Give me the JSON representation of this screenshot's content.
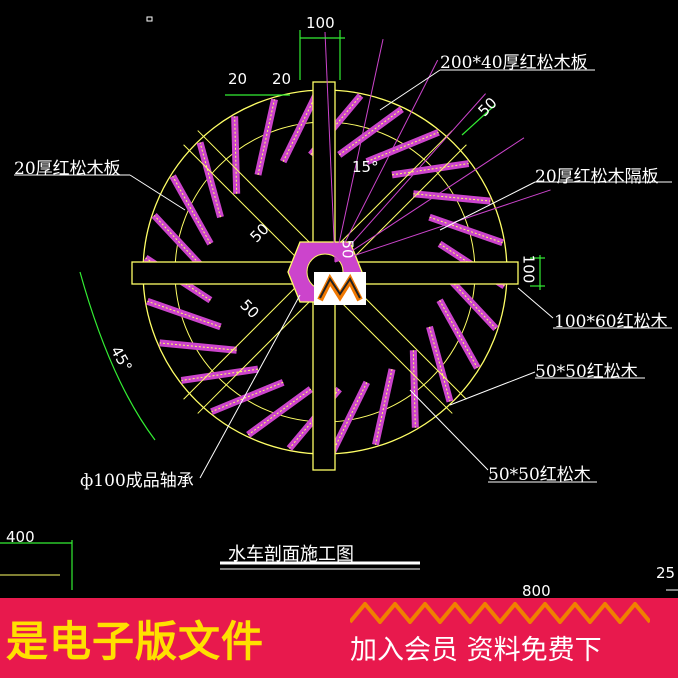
{
  "drawing": {
    "title": "水车剖面施工图",
    "labels": {
      "top_board": "200*40厚红松木板",
      "left_board": "20厚红松木板",
      "divider_board": "20厚红松木隔板",
      "beam_100x60": "100*60红松木",
      "beam_50x50_a": "50*50红松木",
      "beam_50x50_b": "50*50红松木",
      "bearing": "ф100成品轴承"
    },
    "dimensions": {
      "top_100": "100",
      "d20_a": "20",
      "d20_b": "20",
      "d50_top": "50",
      "angle_15": "15°",
      "d50_inner_a": "50",
      "d50_hub": "50",
      "d50_inner_b": "50",
      "d100_right": "100",
      "angle_45": "45°",
      "d400": "400",
      "d800": "800",
      "d25": "25"
    }
  },
  "banner": {
    "left_text": "是电子版文件",
    "right_text": "加入会员 资料免费下",
    "background": "#e8194d",
    "left_color": "#ffe000"
  },
  "colors": {
    "wood": "#ffff66",
    "hatch": "#cc44cc",
    "dimension": "#33ee33",
    "text": "#ffffff"
  }
}
